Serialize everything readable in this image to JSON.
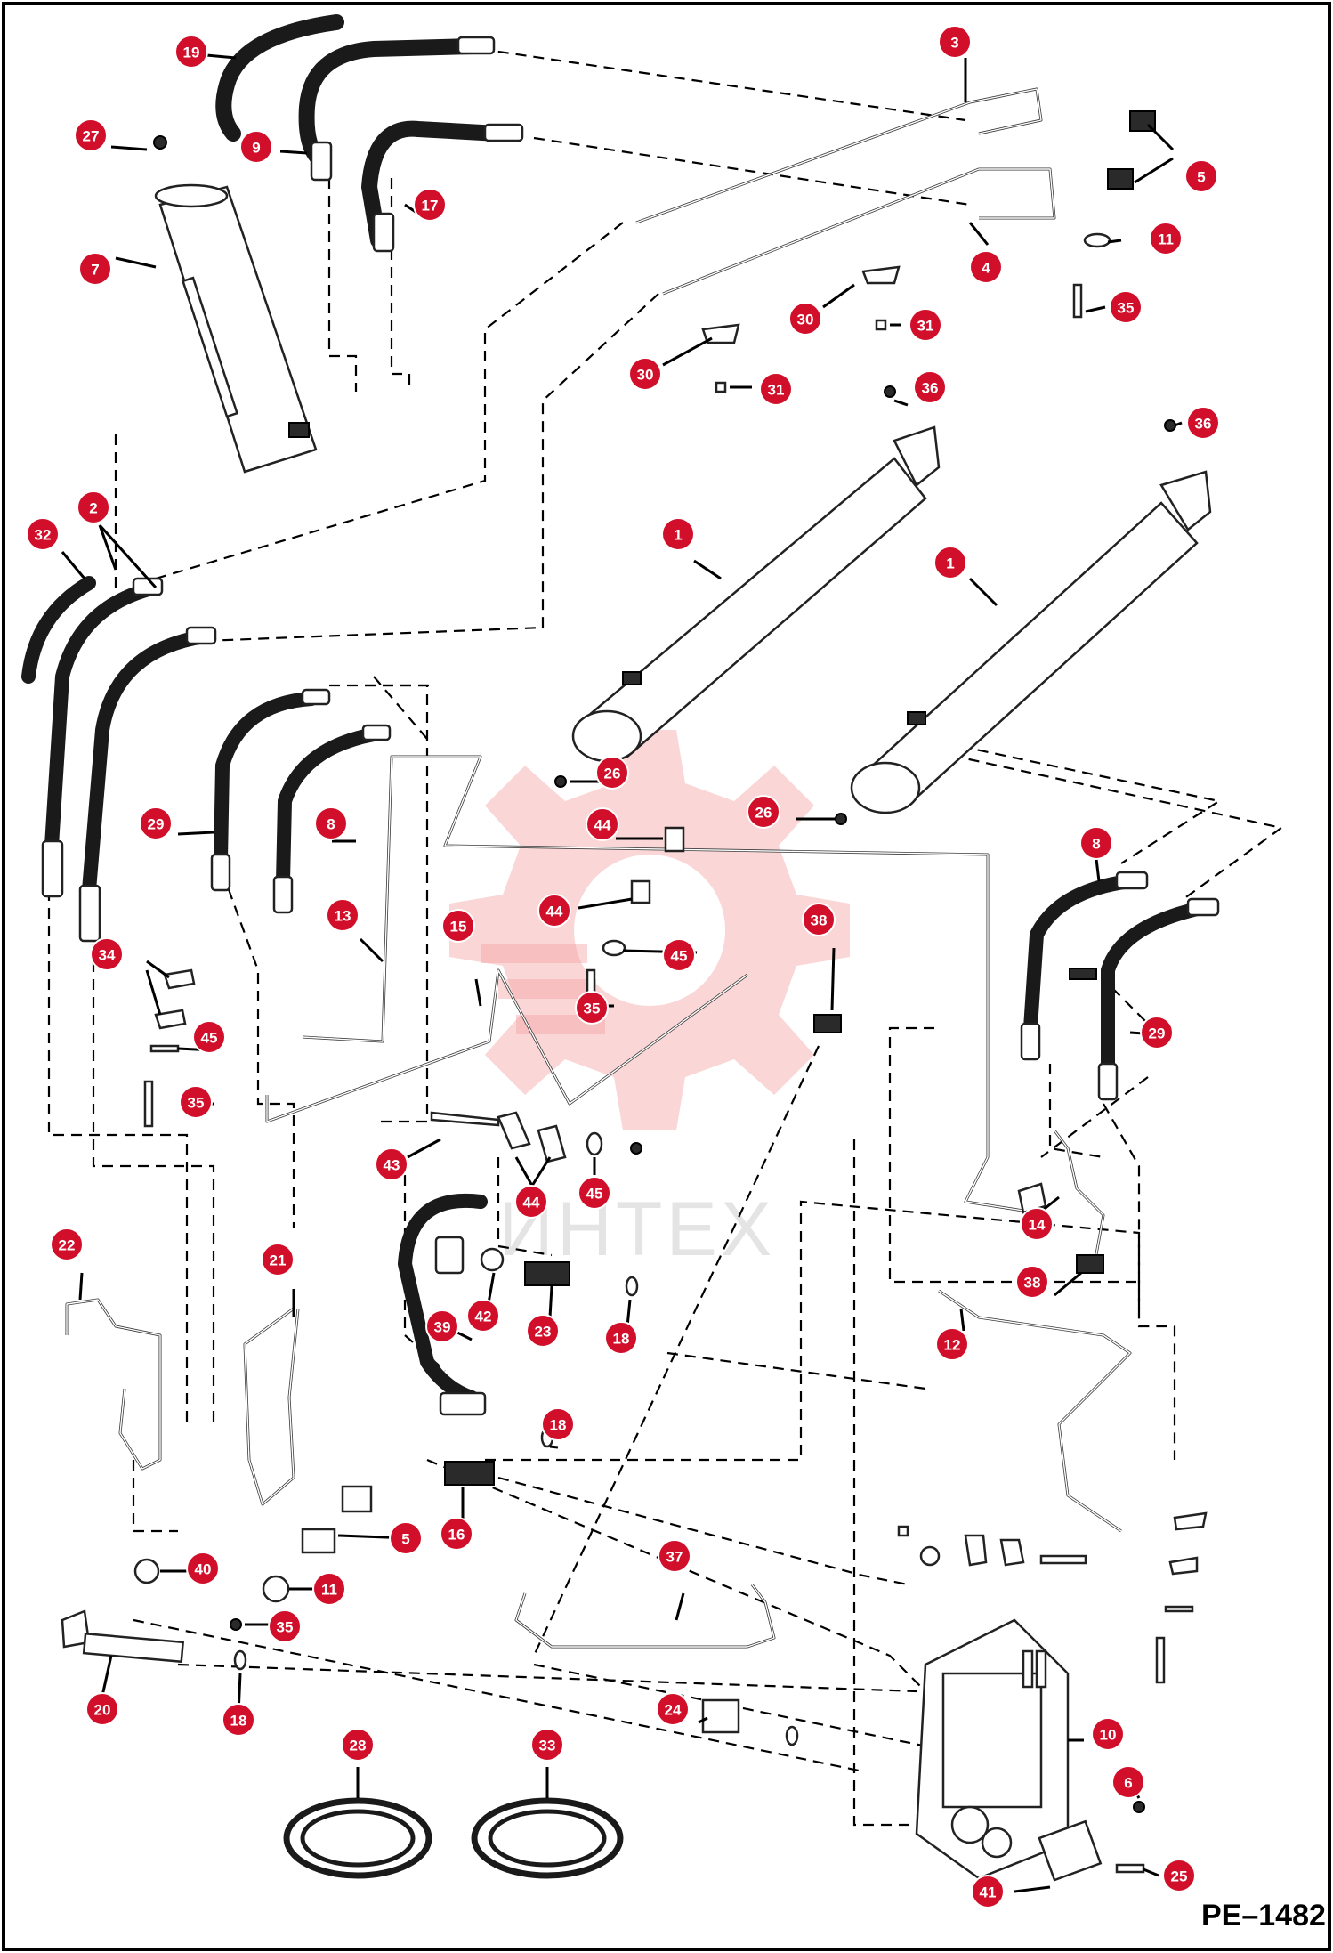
{
  "drawing": {
    "reference_code": "PE–1482",
    "watermark": "ИНТЕХ"
  },
  "colors": {
    "callout": "#d10f2a",
    "watermark_gear": "#f3a5a5",
    "watermark_text": "#cfcfcf"
  },
  "callouts": [
    {
      "id": "c19a",
      "label": "19"
    },
    {
      "id": "c27",
      "label": "27"
    },
    {
      "id": "c9",
      "label": "9"
    },
    {
      "id": "c17",
      "label": "17"
    },
    {
      "id": "c3",
      "label": "3"
    },
    {
      "id": "c5a",
      "label": "5"
    },
    {
      "id": "c7",
      "label": "7"
    },
    {
      "id": "c11a",
      "label": "11"
    },
    {
      "id": "c4",
      "label": "4"
    },
    {
      "id": "c35a",
      "label": "35"
    },
    {
      "id": "c30a",
      "label": "30"
    },
    {
      "id": "c31a",
      "label": "31"
    },
    {
      "id": "c30b",
      "label": "30"
    },
    {
      "id": "c31b",
      "label": "31"
    },
    {
      "id": "c36a",
      "label": "36"
    },
    {
      "id": "c36b",
      "label": "36"
    },
    {
      "id": "c2",
      "label": "2"
    },
    {
      "id": "c32",
      "label": "32"
    },
    {
      "id": "c1a",
      "label": "1"
    },
    {
      "id": "c1b",
      "label": "1"
    },
    {
      "id": "c26a",
      "label": "26"
    },
    {
      "id": "c26b",
      "label": "26"
    },
    {
      "id": "c29a",
      "label": "29"
    },
    {
      "id": "c8a",
      "label": "8"
    },
    {
      "id": "c44a",
      "label": "44"
    },
    {
      "id": "c8b",
      "label": "8"
    },
    {
      "id": "c13",
      "label": "13"
    },
    {
      "id": "c15",
      "label": "15"
    },
    {
      "id": "c44b",
      "label": "44"
    },
    {
      "id": "c45a",
      "label": "45"
    },
    {
      "id": "c38a",
      "label": "38"
    },
    {
      "id": "c34",
      "label": "34"
    },
    {
      "id": "c35b",
      "label": "35"
    },
    {
      "id": "c29b",
      "label": "29"
    },
    {
      "id": "c45b",
      "label": "45"
    },
    {
      "id": "c35c",
      "label": "35"
    },
    {
      "id": "c43",
      "label": "43"
    },
    {
      "id": "c44c",
      "label": "44"
    },
    {
      "id": "c45c",
      "label": "45"
    },
    {
      "id": "c14",
      "label": "14"
    },
    {
      "id": "c22",
      "label": "22"
    },
    {
      "id": "c21",
      "label": "21"
    },
    {
      "id": "c38b",
      "label": "38"
    },
    {
      "id": "c39",
      "label": "39"
    },
    {
      "id": "c42",
      "label": "42"
    },
    {
      "id": "c23",
      "label": "23"
    },
    {
      "id": "c18a",
      "label": "18"
    },
    {
      "id": "c12",
      "label": "12"
    },
    {
      "id": "c18b",
      "label": "18"
    },
    {
      "id": "c16",
      "label": "16"
    },
    {
      "id": "c5b",
      "label": "5"
    },
    {
      "id": "c37",
      "label": "37"
    },
    {
      "id": "c40",
      "label": "40"
    },
    {
      "id": "c11b",
      "label": "11"
    },
    {
      "id": "c35d",
      "label": "35"
    },
    {
      "id": "c20",
      "label": "20"
    },
    {
      "id": "c18c",
      "label": "18"
    },
    {
      "id": "c24",
      "label": "24"
    },
    {
      "id": "c10",
      "label": "10"
    },
    {
      "id": "c6",
      "label": "6"
    },
    {
      "id": "c28",
      "label": "28"
    },
    {
      "id": "c33",
      "label": "33"
    },
    {
      "id": "c25",
      "label": "25"
    },
    {
      "id": "c41",
      "label": "41"
    }
  ]
}
